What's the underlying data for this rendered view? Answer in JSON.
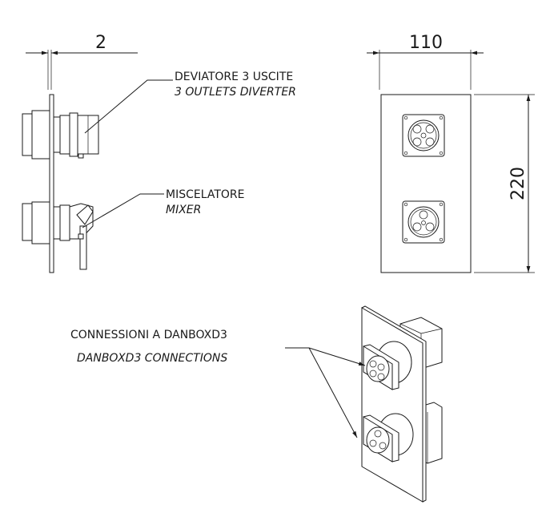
{
  "dimensions": {
    "thickness": "2",
    "width": "110",
    "height": "220"
  },
  "labels": {
    "diverter_it": "DEVIATORE 3 USCITE",
    "diverter_en": "3 OUTLETS DIVERTER",
    "mixer_it": "MISCELATORE",
    "mixer_en": "MIXER",
    "connections_it": "CONNESSIONI A DANBOXD3",
    "connections_en": "DANBOXD3 CONNECTIONS"
  }
}
